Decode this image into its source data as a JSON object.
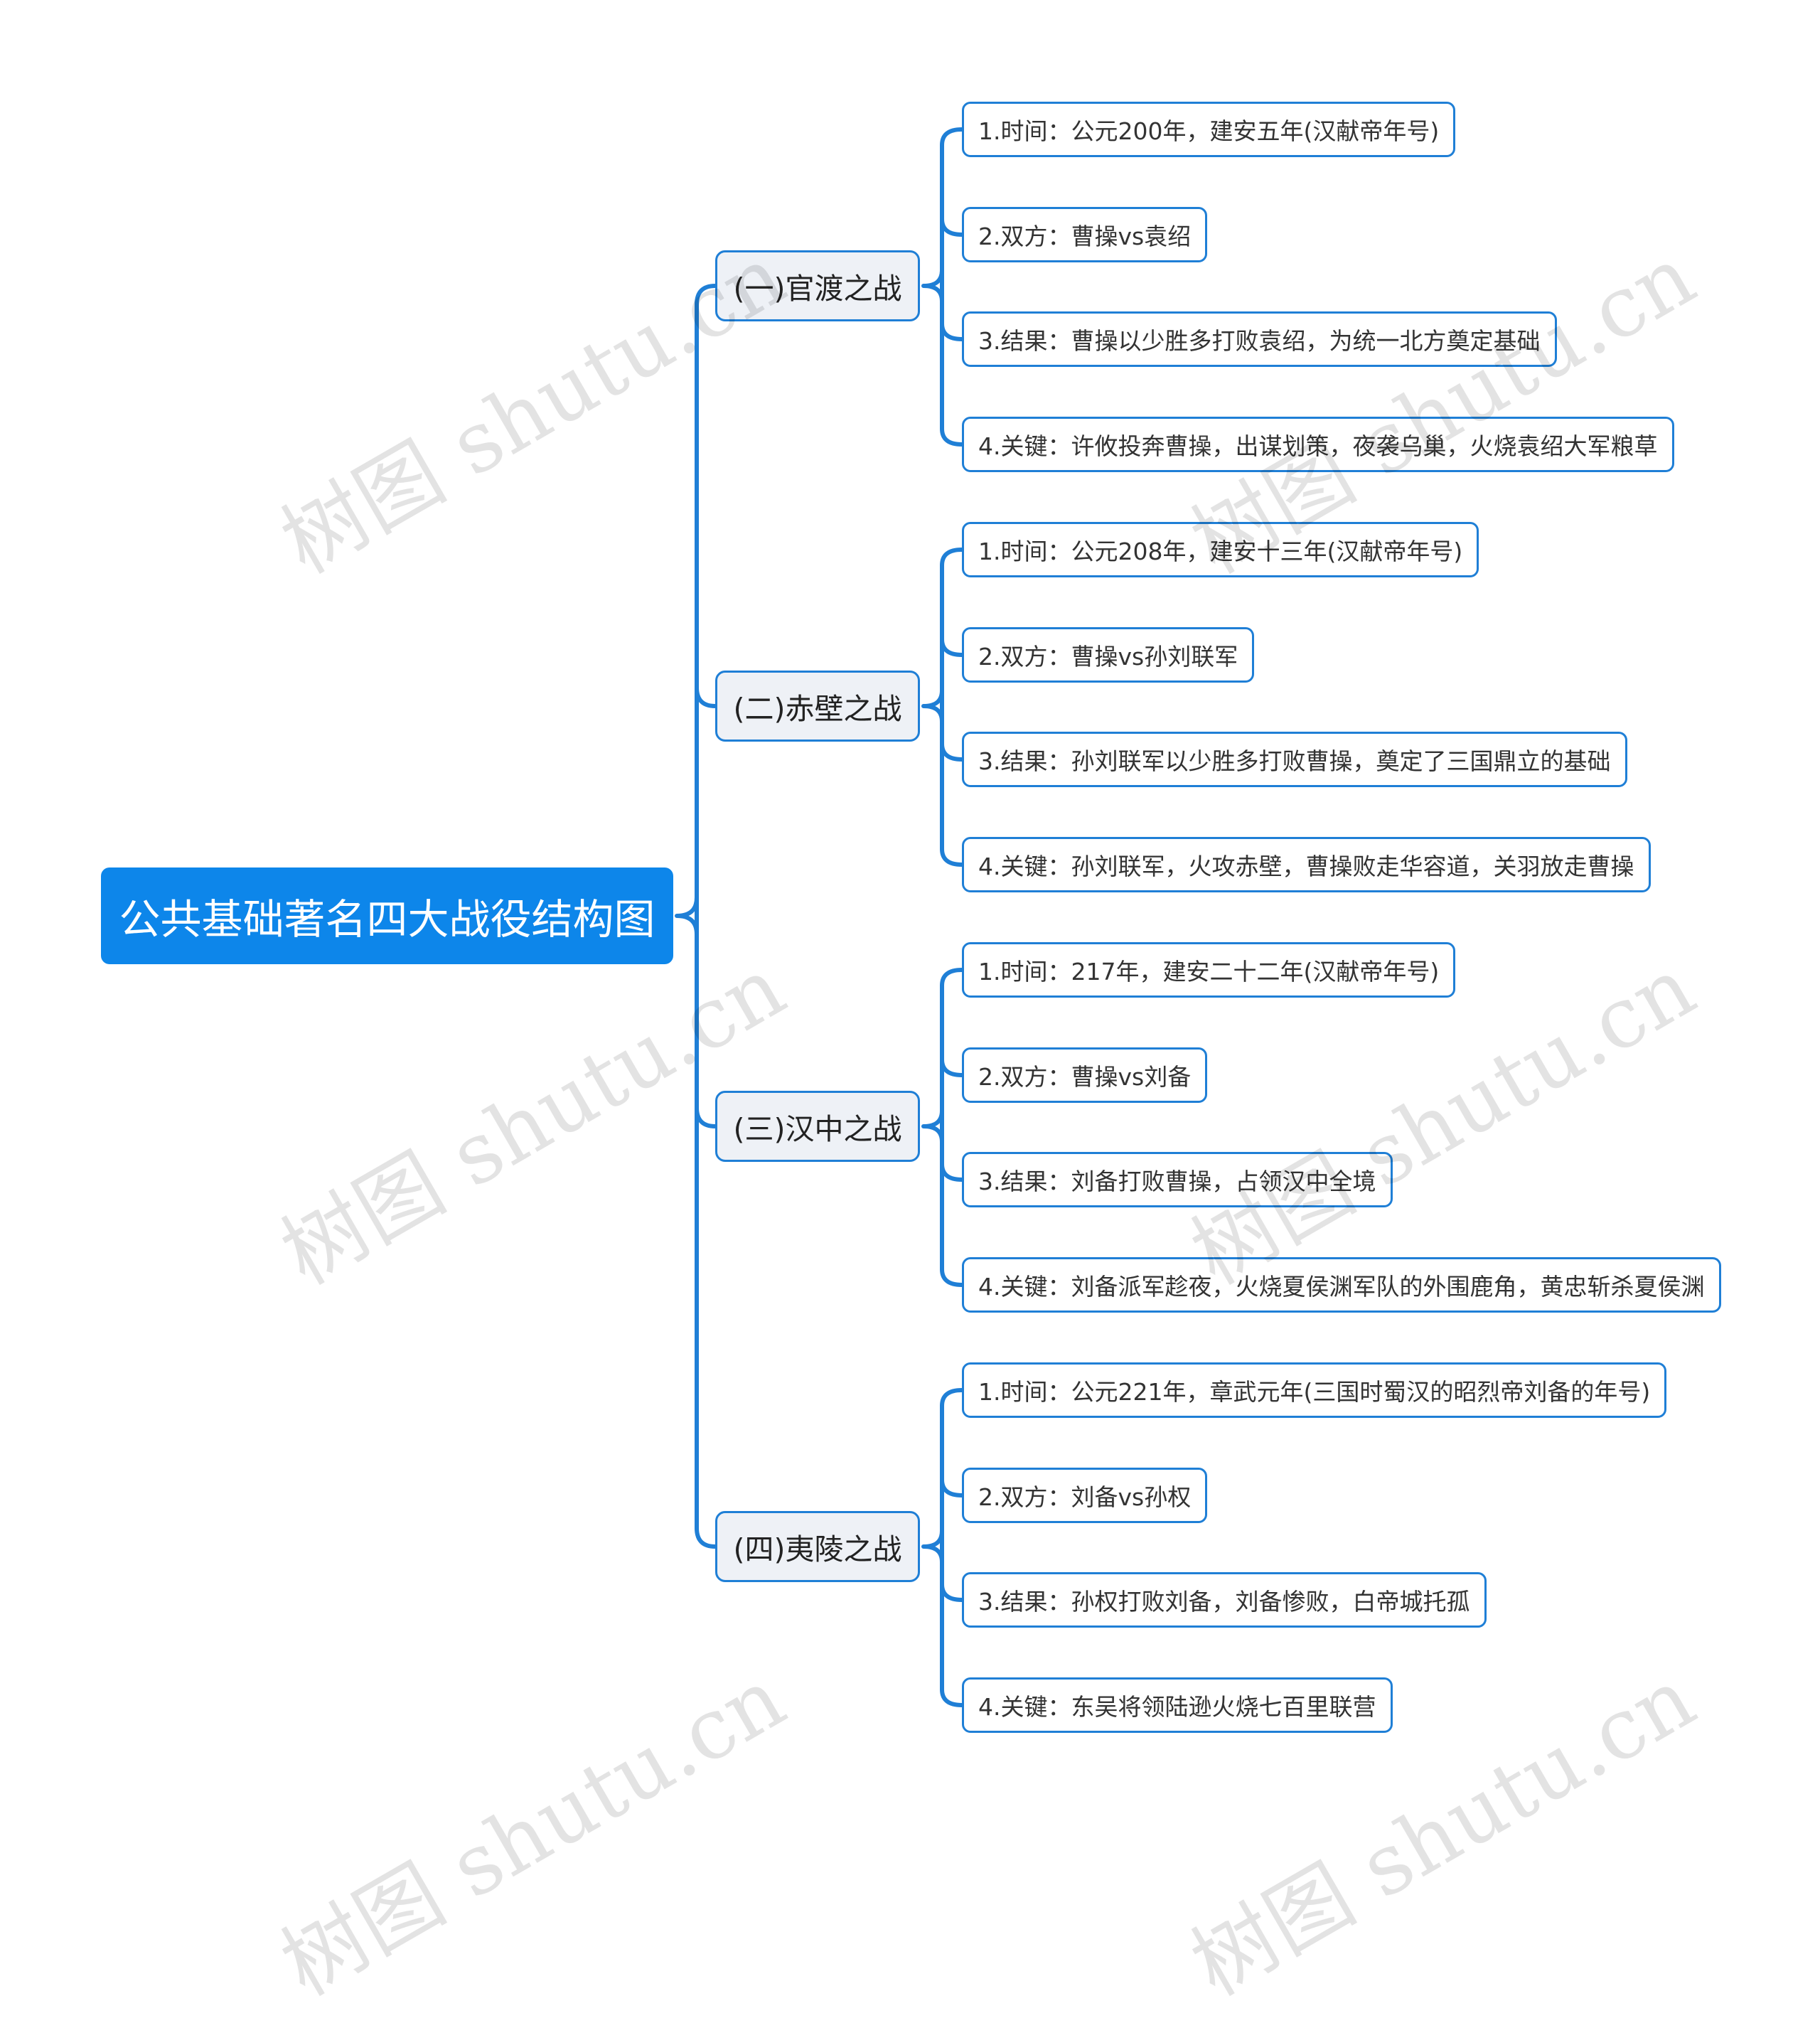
{
  "root": {
    "label": "公共基础著名四大战役结构图"
  },
  "branches": [
    {
      "label": "(一)官渡之战",
      "items": [
        "1.时间：公元200年，建安五年(汉献帝年号)",
        "2.双方：曹操vs袁绍",
        "3.结果：曹操以少胜多打败袁绍，为统一北方奠定基础",
        "4.关键：许攸投奔曹操，出谋划策，夜袭乌巢，火烧袁绍大军粮草"
      ]
    },
    {
      "label": "(二)赤壁之战",
      "items": [
        "1.时间：公元208年，建安十三年(汉献帝年号)",
        "2.双方：曹操vs孙刘联军",
        "3.结果：孙刘联军以少胜多打败曹操，奠定了三国鼎立的基础",
        "4.关键：孙刘联军，火攻赤壁，曹操败走华容道，关羽放走曹操"
      ]
    },
    {
      "label": "(三)汉中之战",
      "items": [
        "1.时间：217年，建安二十二年(汉献帝年号)",
        "2.双方：曹操vs刘备",
        "3.结果：刘备打败曹操，占领汉中全境",
        "4.关键：刘备派军趁夜，火烧夏侯渊军队的外围鹿角，黄忠斩杀夏侯渊"
      ]
    },
    {
      "label": "(四)夷陵之战",
      "items": [
        "1.时间：公元221年，章武元年(三国时蜀汉的昭烈帝刘备的年号)",
        "2.双方：刘备vs孙权",
        "3.结果：孙权打败刘备，刘备惨败，白帝城托孤",
        "4.关键：东吴将领陆逊火烧七百里联营"
      ]
    }
  ],
  "watermark": {
    "text": "树图 shutu.cn"
  },
  "colors": {
    "root_bg": "#0d86ea",
    "line": "#1f7fd6",
    "branch_bg": "#eef1f6"
  }
}
